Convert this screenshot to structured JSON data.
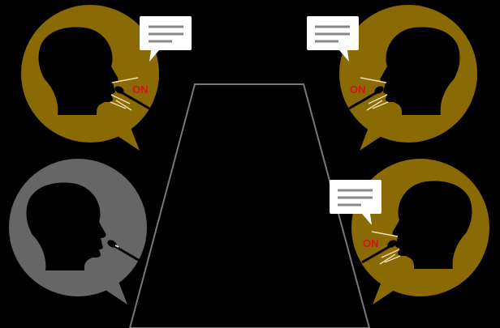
{
  "colors": {
    "background": "#000000",
    "active_bubble": "#8a6a05",
    "muted_bubble": "#666666",
    "silhouette": "#000000",
    "table_outline": "#777777",
    "on_text": "#cc1a10",
    "chat_bubble": "#ffffff",
    "chat_lines": "#888888"
  },
  "speakers": [
    {
      "id": "top-left",
      "status": "speaking",
      "mic_on": true,
      "on_label": "ON",
      "chat_visible": true
    },
    {
      "id": "top-right",
      "status": "speaking",
      "mic_on": true,
      "on_label": "ON",
      "chat_visible": true
    },
    {
      "id": "bottom-left",
      "status": "muted",
      "mic_on": false,
      "on_label": "",
      "chat_visible": false
    },
    {
      "id": "bottom-right",
      "status": "speaking",
      "mic_on": true,
      "on_label": "ON",
      "chat_visible": true
    }
  ],
  "icons": {
    "head": "head-silhouette-icon",
    "microphone": "microphone-icon",
    "chat": "chat-message-icon",
    "table": "conference-table-icon"
  }
}
